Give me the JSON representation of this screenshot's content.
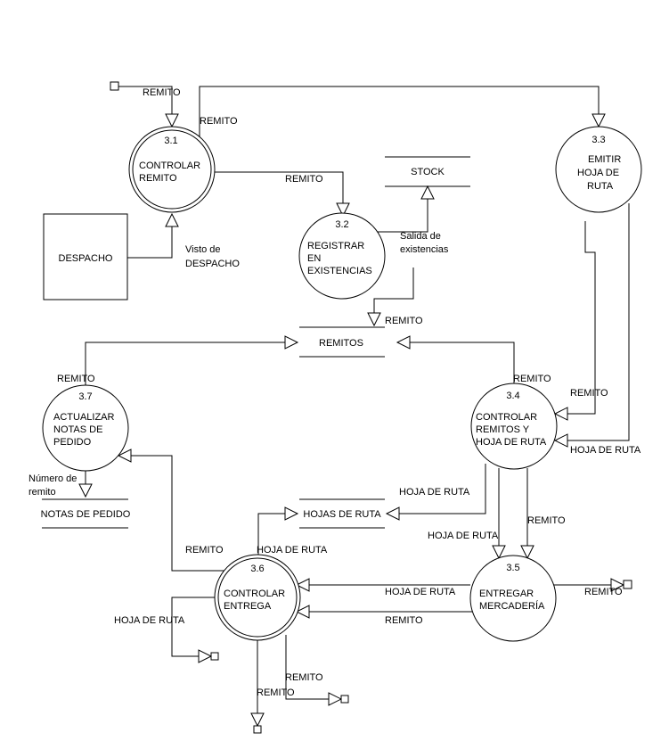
{
  "processes": {
    "p31": {
      "num": "3.1",
      "l1": "CONTROLAR",
      "l2": "REMITO"
    },
    "p32": {
      "num": "3.2",
      "l1": "REGISTRAR",
      "l2": "EN",
      "l3": "EXISTENCIAS"
    },
    "p33": {
      "num": "3.3",
      "l1": "EMITIR",
      "l2": "HOJA DE",
      "l3": "RUTA"
    },
    "p34": {
      "num": "3.4",
      "l1": "CONTROLAR",
      "l2": "REMITOS Y",
      "l3": "HOJA DE RUTA"
    },
    "p35": {
      "num": "3.5",
      "l1": "ENTREGAR",
      "l2": "MERCADERÍA"
    },
    "p36": {
      "num": "3.6",
      "l1": "CONTROLAR",
      "l2": "ENTREGA"
    },
    "p37": {
      "num": "3.7",
      "l1": "ACTUALIZAR",
      "l2": "NOTAS DE",
      "l3": "PEDIDO"
    }
  },
  "entities": {
    "despacho": "DESPACHO"
  },
  "stores": {
    "stock": "STOCK",
    "remitos": "REMITOS",
    "hojas": "HOJAS DE RUTA",
    "notas": "NOTAS DE PEDIDO"
  },
  "flows": {
    "f1": "REMITO",
    "f2": "REMITO",
    "f3": "REMITO",
    "f4a": "Visto de",
    "f4b": "DESPACHO",
    "f5a": "Salida de",
    "f5b": "existencias",
    "f6": "REMITO",
    "f7": "REMITO",
    "f8": "REMITO",
    "f9": "REMITO",
    "f10": "HOJA DE RUTA",
    "f11a": "Número de",
    "f11b": "remito",
    "f12": "HOJA DE RUTA",
    "f13": "HOJA DE RUTA",
    "f14": "REMITO",
    "f15": "REMITO",
    "f16": "HOJA DE RUTA",
    "f17": "REMITO",
    "f18": "HOJA DE RUTA",
    "f19": "REMITO",
    "f20": "HOJA DE RUTA",
    "f21": "REMITO",
    "f22": "REMITO"
  }
}
